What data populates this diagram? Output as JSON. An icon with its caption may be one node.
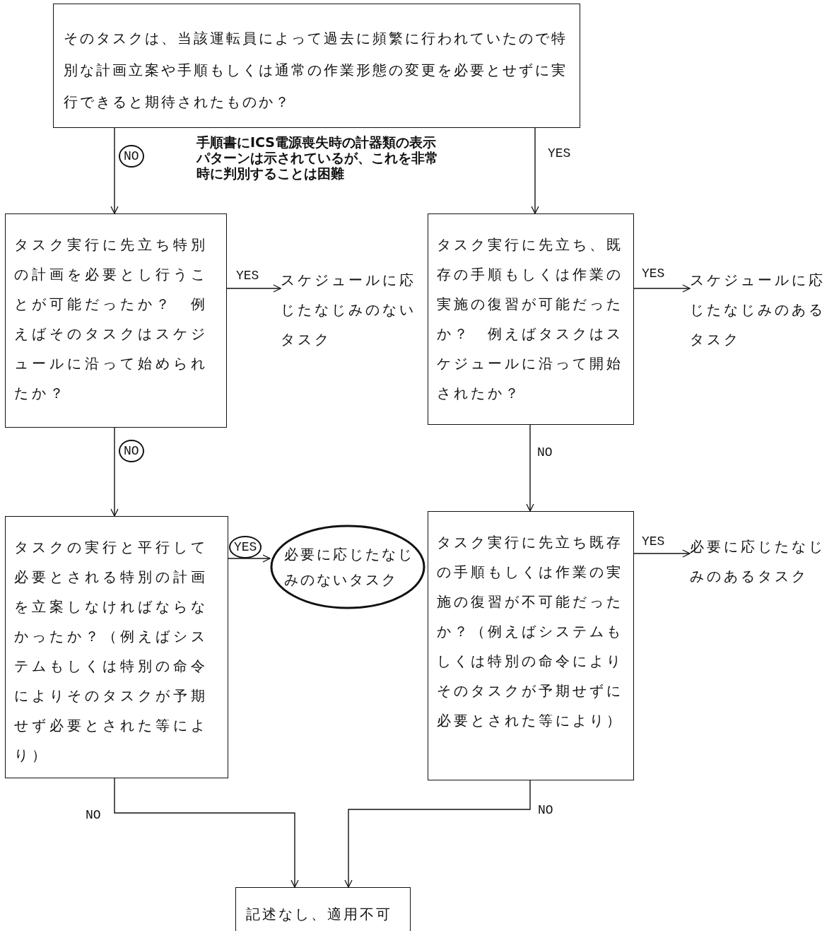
{
  "diagram": {
    "nodes": [
      {
        "text": [
          "そのタスクは、当該運転員によって過去に頻繁に行われていたので特別な計画立案や手順もしくは通常の作業形態の変更を必要とせずに実行できると期待されたものか？"
        ]
      },
      {
        "text": [
          "タスク実行に先立ち特別の計画を必要とし行うことが可能だったか？　例えばそのタスクはスケジュールに沿って始められたか？"
        ]
      },
      {
        "text": [
          "スケジュールに応じたなじみのないタスク"
        ]
      },
      {
        "text": [
          "タスク実行に先立ち、既存の手順もしくは作業の実施の復習が可能だったか？　例えばタスクはスケジュールに沿って開始されたか？"
        ]
      },
      {
        "text": [
          "スケジュールに応じたなじみのあるタスク"
        ]
      },
      {
        "text": [
          "タスクの実行と平行して必要とされる特別の計画を立案しなければならなかったか？（例えばシステムもしくは特別の命令によりそのタスクが予期せず必要とされた等により）"
        ]
      },
      {
        "text": [
          "必要に応じたなじみのないタスク"
        ]
      },
      {
        "text": [
          "タスク実行に先立ち既存の手順もしくは作業の実施の復習が不可能だったか？（例えばシステムもしくは特別の命令によりそのタスクが予期せずに必要とされた等により）"
        ]
      },
      {
        "text": [
          "必要に応じたなじみのあるタスク"
        ]
      },
      {
        "text": [
          "記述なし、適用不可"
        ]
      }
    ],
    "edges": [
      {
        "from": 0,
        "to": 1,
        "arrow": "to",
        "label": "NO"
      },
      {
        "from": 0,
        "to": 3,
        "arrow": "to",
        "label": "YES"
      },
      {
        "from": 1,
        "to": 2,
        "arrow": "to",
        "label": "YES"
      },
      {
        "from": 1,
        "to": 5,
        "arrow": "to",
        "label": "NO"
      },
      {
        "from": 3,
        "to": 4,
        "arrow": "to",
        "label": "YES"
      },
      {
        "from": 3,
        "to": 7,
        "arrow": "to",
        "label": "NO"
      },
      {
        "from": 5,
        "to": 6,
        "arrow": "to",
        "label": "YES"
      },
      {
        "from": 7,
        "to": 8,
        "arrow": "to",
        "label": "YES"
      },
      {
        "from": 5,
        "to": 9,
        "arrow": "to",
        "label": "NO"
      },
      {
        "from": 7,
        "to": 9,
        "arrow": "to",
        "label": "NO"
      }
    ],
    "labels": [
      "手順書にICS電源喪失時の計器類の表示パターンは示されているが、これを非常時に判別することは困難"
    ]
  }
}
